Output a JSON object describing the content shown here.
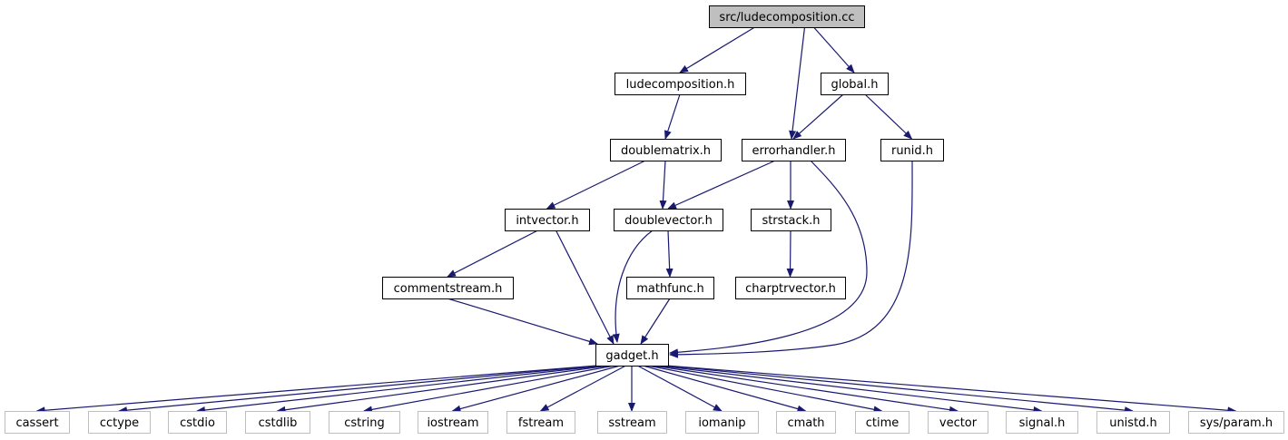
{
  "graph": {
    "colors": {
      "edge": "#191970",
      "root_fill": "#bfbfbf",
      "node_border": "#000000",
      "system_border": "#bfbfbf",
      "node_fill": "#ffffff"
    },
    "nodes": [
      {
        "id": "root",
        "label": "src/ludecomposition.cc",
        "kind": "root"
      },
      {
        "id": "ludecomposition_h",
        "label": "ludecomposition.h",
        "kind": "local"
      },
      {
        "id": "global_h",
        "label": "global.h",
        "kind": "local"
      },
      {
        "id": "doublematrix_h",
        "label": "doublematrix.h",
        "kind": "local"
      },
      {
        "id": "errorhandler_h",
        "label": "errorhandler.h",
        "kind": "local"
      },
      {
        "id": "runid_h",
        "label": "runid.h",
        "kind": "local"
      },
      {
        "id": "intvector_h",
        "label": "intvector.h",
        "kind": "local"
      },
      {
        "id": "doublevector_h",
        "label": "doublevector.h",
        "kind": "local"
      },
      {
        "id": "strstack_h",
        "label": "strstack.h",
        "kind": "local"
      },
      {
        "id": "commentstream_h",
        "label": "commentstream.h",
        "kind": "local"
      },
      {
        "id": "mathfunc_h",
        "label": "mathfunc.h",
        "kind": "local"
      },
      {
        "id": "charptrvector_h",
        "label": "charptrvector.h",
        "kind": "local"
      },
      {
        "id": "gadget_h",
        "label": "gadget.h",
        "kind": "local"
      },
      {
        "id": "cassert",
        "label": "cassert",
        "kind": "system"
      },
      {
        "id": "cctype",
        "label": "cctype",
        "kind": "system"
      },
      {
        "id": "cstdio",
        "label": "cstdio",
        "kind": "system"
      },
      {
        "id": "cstdlib",
        "label": "cstdlib",
        "kind": "system"
      },
      {
        "id": "cstring",
        "label": "cstring",
        "kind": "system"
      },
      {
        "id": "iostream",
        "label": "iostream",
        "kind": "system"
      },
      {
        "id": "fstream",
        "label": "fstream",
        "kind": "system"
      },
      {
        "id": "sstream",
        "label": "sstream",
        "kind": "system"
      },
      {
        "id": "iomanip",
        "label": "iomanip",
        "kind": "system"
      },
      {
        "id": "cmath",
        "label": "cmath",
        "kind": "system"
      },
      {
        "id": "ctime",
        "label": "ctime",
        "kind": "system"
      },
      {
        "id": "vector",
        "label": "vector",
        "kind": "system"
      },
      {
        "id": "signal_h",
        "label": "signal.h",
        "kind": "system"
      },
      {
        "id": "unistd_h",
        "label": "unistd.h",
        "kind": "system"
      },
      {
        "id": "sys_param_h",
        "label": "sys/param.h",
        "kind": "system"
      }
    ],
    "edges": [
      {
        "from": "root",
        "to": "ludecomposition_h"
      },
      {
        "from": "root",
        "to": "global_h"
      },
      {
        "from": "root",
        "to": "errorhandler_h"
      },
      {
        "from": "ludecomposition_h",
        "to": "doublematrix_h"
      },
      {
        "from": "global_h",
        "to": "errorhandler_h"
      },
      {
        "from": "global_h",
        "to": "runid_h"
      },
      {
        "from": "doublematrix_h",
        "to": "intvector_h"
      },
      {
        "from": "doublematrix_h",
        "to": "doublevector_h"
      },
      {
        "from": "errorhandler_h",
        "to": "doublevector_h"
      },
      {
        "from": "errorhandler_h",
        "to": "strstack_h"
      },
      {
        "from": "errorhandler_h",
        "to": "gadget_h"
      },
      {
        "from": "runid_h",
        "to": "gadget_h"
      },
      {
        "from": "intvector_h",
        "to": "commentstream_h"
      },
      {
        "from": "intvector_h",
        "to": "gadget_h"
      },
      {
        "from": "doublevector_h",
        "to": "mathfunc_h"
      },
      {
        "from": "doublevector_h",
        "to": "gadget_h"
      },
      {
        "from": "strstack_h",
        "to": "charptrvector_h"
      },
      {
        "from": "commentstream_h",
        "to": "gadget_h"
      },
      {
        "from": "mathfunc_h",
        "to": "gadget_h"
      },
      {
        "from": "gadget_h",
        "to": "cassert"
      },
      {
        "from": "gadget_h",
        "to": "cctype"
      },
      {
        "from": "gadget_h",
        "to": "cstdio"
      },
      {
        "from": "gadget_h",
        "to": "cstdlib"
      },
      {
        "from": "gadget_h",
        "to": "cstring"
      },
      {
        "from": "gadget_h",
        "to": "iostream"
      },
      {
        "from": "gadget_h",
        "to": "fstream"
      },
      {
        "from": "gadget_h",
        "to": "sstream"
      },
      {
        "from": "gadget_h",
        "to": "iomanip"
      },
      {
        "from": "gadget_h",
        "to": "cmath"
      },
      {
        "from": "gadget_h",
        "to": "ctime"
      },
      {
        "from": "gadget_h",
        "to": "vector"
      },
      {
        "from": "gadget_h",
        "to": "signal_h"
      },
      {
        "from": "gadget_h",
        "to": "unistd_h"
      },
      {
        "from": "gadget_h",
        "to": "sys_param_h"
      }
    ]
  }
}
